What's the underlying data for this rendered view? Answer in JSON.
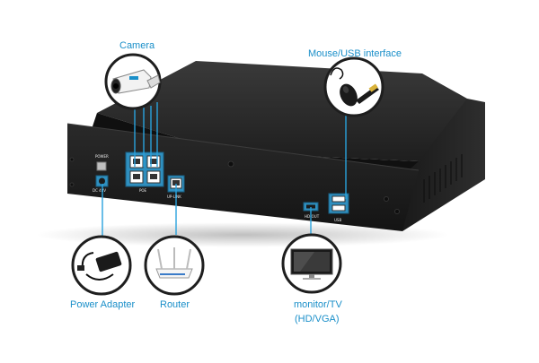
{
  "colors": {
    "accent": "#1a8fc9",
    "device_body": "#1b1b1b",
    "device_top": "#262626",
    "port_blue": "#2f8fbf",
    "line": "#29a3dd"
  },
  "icons": {
    "camera": "bullet-camera-icon",
    "mouse_usb": "mouse-usb-icon",
    "power_adapter": "power-adapter-icon",
    "router": "router-icon",
    "monitor": "monitor-icon"
  },
  "callouts": {
    "camera": "Camera",
    "mouse_usb": "Mouse/USB interface",
    "power_adapter": "Power Adapter",
    "router": "Router",
    "monitor_line1": "monitor/TV",
    "monitor_line2": "(HD/VGA)"
  },
  "device": {
    "power_label": "POWER",
    "dc_label": "DC 48V",
    "poe_label": "POE",
    "uplink_label": "UP-LINK",
    "hdmi_label": "HD-OUT",
    "usb_label": "USB"
  }
}
